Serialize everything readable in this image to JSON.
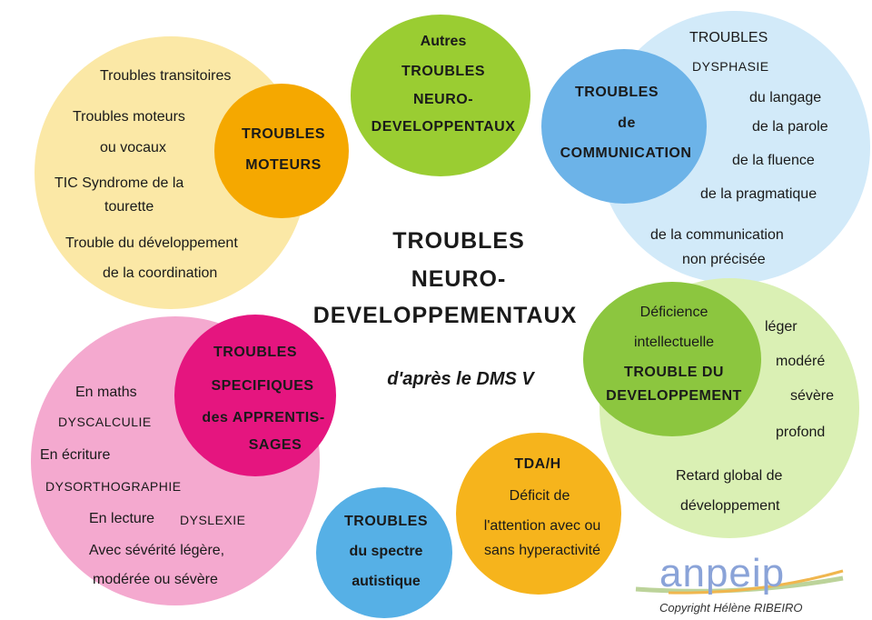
{
  "colors": {
    "moteurs_bg": "#fbe8a6",
    "moteurs": "#f5a800",
    "autres": "#9acd32",
    "communication_bg": "#d2eaf9",
    "communication": "#6cb3e8",
    "developpement_bg": "#daf0b4",
    "developpement": "#8cc63f",
    "apprentissages_bg": "#f4a9cf",
    "apprentissages": "#e5157f",
    "autistique": "#56b0e6",
    "tdah": "#f6b41c"
  },
  "center": {
    "title_line1": "TROUBLES",
    "title_line2": "NEURO-",
    "title_line3": "DEVELOPPEMENTAUX",
    "subtitle": "d'après le DMS V"
  },
  "moteurs": {
    "heading_line1": "TROUBLES",
    "heading_line2": "MOTEURS",
    "items": [
      "Troubles transitoires",
      "Troubles moteurs",
      "ou vocaux",
      "TIC Syndrome de la",
      "tourette",
      "Trouble du développement",
      "de la coordination"
    ]
  },
  "autres": {
    "line1": "Autres",
    "line2": "TROUBLES",
    "line3": "NEURO-",
    "line4": "DEVELOPPENTAUX"
  },
  "communication": {
    "heading_line1": "TROUBLES",
    "heading_line2": "de",
    "heading_line3": "COMMUNICATION",
    "items": [
      "TROUBLES",
      "DYSPHASIE",
      "du langage",
      "de la parole",
      "de la fluence",
      "de la pragmatique",
      "de la communication",
      "non précisée"
    ]
  },
  "developpement": {
    "heading_line1": "Déficience",
    "heading_line2": "intellectuelle",
    "heading_line3": "TROUBLE DU",
    "heading_line4": "DEVELOPPEMENT",
    "items": [
      "léger",
      "modéré",
      "sévère",
      "profond",
      "Retard global de",
      "développement"
    ]
  },
  "apprentissages": {
    "heading_line1": "TROUBLES",
    "heading_line2": "SPECIFIQUES",
    "heading_line3": "des APPRENTIS-",
    "heading_line4": "SAGES",
    "items": [
      "En maths",
      "DYSCALCULIE",
      "En écriture",
      "DYSORTHOGRAPHIE",
      "En lecture",
      "DYSLEXIE",
      "Avec sévérité légère,",
      "modérée ou sévère"
    ]
  },
  "autistique": {
    "line1": "TROUBLES",
    "line2": "du spectre",
    "line3": "autistique"
  },
  "tdah": {
    "line1": "TDA/H",
    "line2": "Déficit de",
    "line3": "l'attention avec ou",
    "line4": "sans hyperactivité"
  },
  "footer": {
    "logo": "anpeip",
    "copyright": "Copyright Hélène RIBEIRO"
  }
}
